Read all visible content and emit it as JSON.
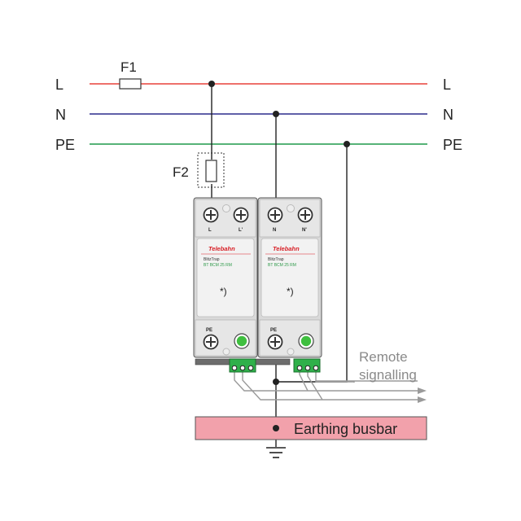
{
  "lines": {
    "L": {
      "left": "L",
      "right": "L",
      "color": "#e8413a"
    },
    "N": {
      "left": "N",
      "right": "N",
      "color": "#2b2b8c"
    },
    "PE": {
      "left": "PE",
      "right": "PE",
      "color": "#1f9a4a"
    }
  },
  "fuses": {
    "f1": "F1",
    "f2": "F2"
  },
  "modules": [
    {
      "brand": "Telebahn",
      "product": "BlitzTrap",
      "model": "BT BCM 25 RM",
      "terminal_1": "L",
      "terminal_2": "L'",
      "pe_label": "PE",
      "note": "*)"
    },
    {
      "brand": "Telebahn",
      "product": "BlitzTrap",
      "model": "BT BCM 25 RM",
      "terminal_1": "N",
      "terminal_2": "N'",
      "pe_label": "PE",
      "note": "*)"
    }
  ],
  "remote_signalling": {
    "line1": "Remote",
    "line2": "signalling"
  },
  "busbar": {
    "label": "Earthing busbar",
    "color": "#f2a1ab"
  },
  "colors": {
    "wire": "#222222",
    "signal": "#9a9a9a",
    "module_body": "#d9d9d9",
    "indicator": "#3fbf3f",
    "connector": "#2fb04a",
    "brand_red": "#d81f26",
    "model_green": "#2f9a4a"
  }
}
